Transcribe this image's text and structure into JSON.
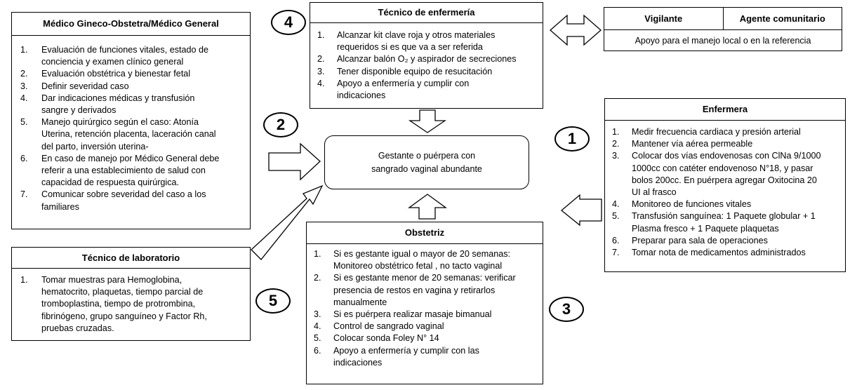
{
  "center": {
    "line1": "Gestante o puérpera con",
    "line2": "sangrado vaginal abundante"
  },
  "circles": {
    "one": "1",
    "two": "2",
    "three": "3",
    "four": "4",
    "five": "5"
  },
  "medico": {
    "title": "Médico Gineco-Obstetra/Médico General",
    "items": [
      {
        "n": "1.",
        "lines": [
          "Evaluación de funciones vitales, estado de",
          "conciencia y examen clínico general"
        ]
      },
      {
        "n": "2.",
        "lines": [
          "Evaluación obstétrica y bienestar fetal"
        ]
      },
      {
        "n": "3.",
        "lines": [
          "Definir severidad caso"
        ]
      },
      {
        "n": "4.",
        "lines": [
          "Dar indicaciones médicas y transfusión",
          "sangre y derivados"
        ]
      },
      {
        "n": "5.",
        "lines": [
          "Manejo quirúrgico según el caso: Atonía",
          "Uterina, retención placenta, laceración canal",
          "del parto, inversión uterina-"
        ]
      },
      {
        "n": "6.",
        "lines": [
          "En caso de manejo por Médico General debe",
          "referir a una establecimiento de salud con",
          "capacidad de respuesta quirúrgica."
        ]
      },
      {
        "n": "7.",
        "lines": [
          "Comunicar sobre severidad del caso a los",
          "familiares"
        ]
      }
    ]
  },
  "tecnico_enf": {
    "title": "Técnico de enfermería",
    "items": [
      {
        "n": "1.",
        "lines": [
          "Alcanzar kit clave roja y otros materiales",
          "requeridos si es que va a ser referida"
        ]
      },
      {
        "n": "2.",
        "lines": [
          "Alcanzar balón O₂ y aspirador de secreciones"
        ]
      },
      {
        "n": "3.",
        "lines": [
          "Tener disponible equipo de resucitación"
        ]
      },
      {
        "n": "4.",
        "lines": [
          "Apoyo a enfermería y cumplir con",
          "indicaciones"
        ]
      }
    ]
  },
  "vigilante": {
    "col1": "Vigilante",
    "col2": "Agente comunitario",
    "body": "Apoyo para el manejo local o en la referencia"
  },
  "enfermera": {
    "title": "Enfermera",
    "items": [
      {
        "n": "1.",
        "lines": [
          "Medir frecuencia cardiaca y presión  arterial"
        ]
      },
      {
        "n": "2.",
        "lines": [
          "Mantener vía aérea permeable"
        ]
      },
      {
        "n": "3.",
        "lines": [
          "Colocar  dos vías endovenosas con ClNa 9/1000",
          "1000cc con catéter endovenoso N°18, y pasar",
          "bolos 200cc. En puérpera agregar Oxitocina 20",
          "UI al frasco"
        ]
      },
      {
        "n": "4.",
        "lines": [
          "Monitoreo de funciones vitales"
        ]
      },
      {
        "n": "5.",
        "lines": [
          "Transfusión sanguínea: 1 Paquete globular + 1",
          "Plasma fresco + 1 Paquete plaquetas"
        ]
      },
      {
        "n": "6.",
        "lines": [
          "Preparar para sala de operaciones"
        ]
      },
      {
        "n": "7.",
        "lines": [
          "Tomar nota de medicamentos administrados"
        ]
      }
    ]
  },
  "obstetriz": {
    "title": "Obstetriz",
    "items": [
      {
        "n": "1.",
        "lines": [
          "Si es gestante igual o mayor de 20 semanas:",
          "Monitoreo obstétrico fetal , no  tacto vaginal"
        ]
      },
      {
        "n": "2.",
        "lines": [
          "Si es gestante menor de 20 semanas: verificar",
          "presencia de restos en vagina y retirarlos",
          "manualmente"
        ]
      },
      {
        "n": "3.",
        "lines": [
          "Si es puérpera realizar masaje bimanual"
        ]
      },
      {
        "n": "4.",
        "lines": [
          "Control de sangrado vaginal"
        ]
      },
      {
        "n": "5.",
        "lines": [
          "Colocar sonda Foley N° 14"
        ]
      },
      {
        "n": "6.",
        "lines": [
          "Apoyo a enfermería y cumplir con las",
          "indicaciones"
        ]
      }
    ]
  },
  "laboratorio": {
    "title": "Técnico de laboratorio",
    "items": [
      {
        "n": "1.",
        "lines": [
          "Tomar muestras para Hemoglobina,",
          "hematocrito, plaquetas, tiempo parcial de",
          "tromboplastina, tiempo de protrombina,",
          "fibrinógeno, grupo sanguíneo y Factor Rh,",
          "pruebas cruzadas."
        ]
      }
    ]
  }
}
